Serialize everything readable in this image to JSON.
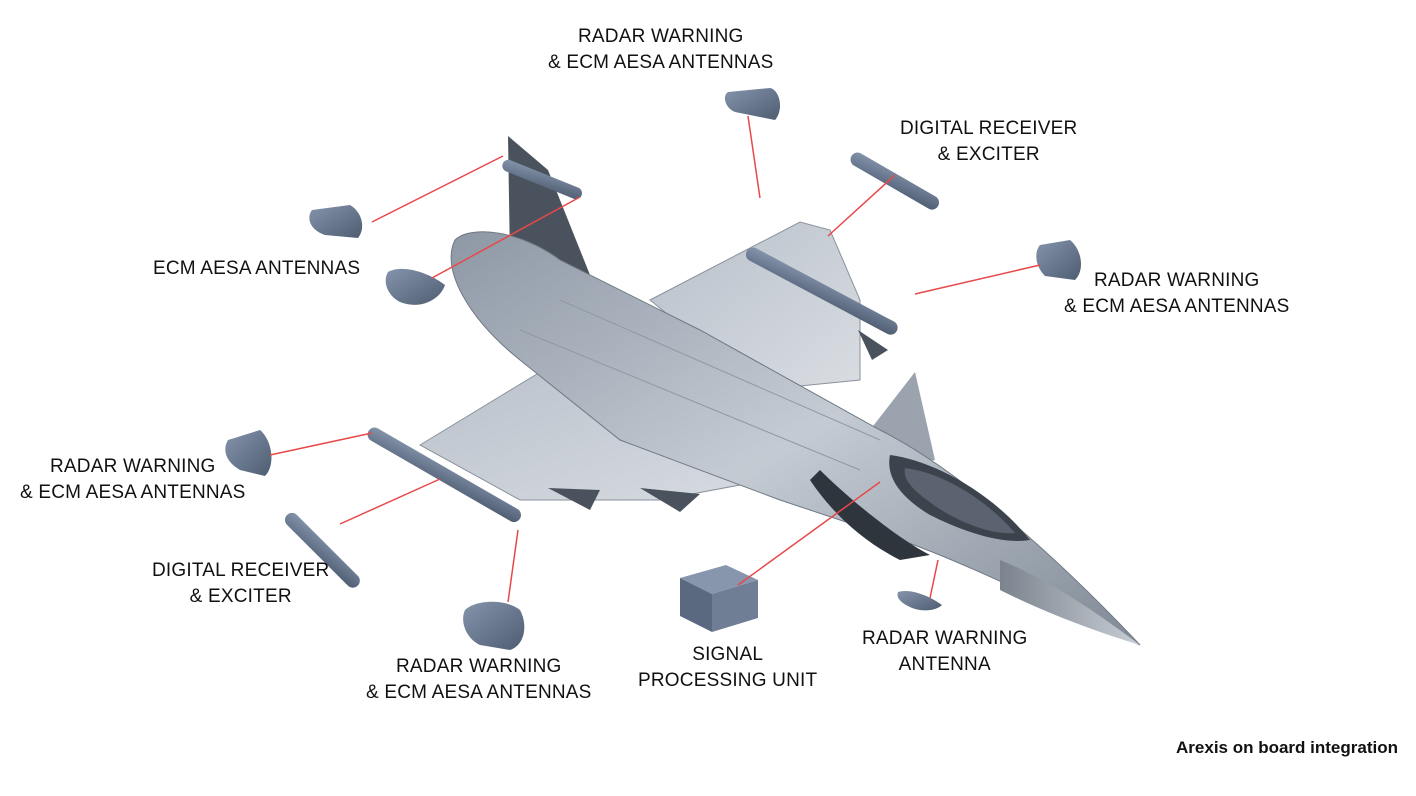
{
  "callouts": {
    "top": {
      "line1": "RADAR WARNING",
      "line2": "& ECM AESA ANTENNAS"
    },
    "digital_receiver_right": {
      "line1": "DIGITAL RECEIVER",
      "line2": "& EXCITER"
    },
    "ecm_left": {
      "line1": "ECM AESA ANTENNAS"
    },
    "radar_right": {
      "line1": "RADAR WARNING",
      "line2": "& ECM AESA ANTENNAS"
    },
    "radar_left": {
      "line1": "RADAR WARNING",
      "line2": "& ECM AESA ANTENNAS"
    },
    "digital_receiver_left": {
      "line1": "DIGITAL RECEIVER",
      "line2": "& EXCITER"
    },
    "radar_bottom": {
      "line1": "RADAR WARNING",
      "line2": "& ECM AESA ANTENNAS"
    },
    "signal_processing": {
      "line1": "SIGNAL",
      "line2": "PROCESSING UNIT"
    },
    "radar_warning_antenna": {
      "line1": "RADAR WARNING",
      "line2": "ANTENNA"
    }
  },
  "caption": "Arexis on board integration",
  "colors": {
    "leader_line": "#e8484a",
    "aircraft": "#a9b2bd",
    "component": "#6f7e95"
  }
}
